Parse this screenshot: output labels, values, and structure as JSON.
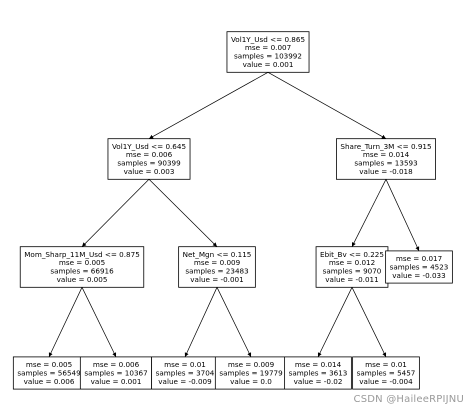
{
  "tree": {
    "nodes": [
      {
        "id": "root",
        "lines": [
          "Vol1Y_Usd <= 0.865",
          "mse = 0.007",
          "samples = 103992",
          "value = 0.001"
        ]
      },
      {
        "id": "n1",
        "lines": [
          "Vol1Y_Usd <= 0.645",
          "mse = 0.006",
          "samples = 90399",
          "value = 0.003"
        ]
      },
      {
        "id": "n2",
        "lines": [
          "Share_Turn_3M <= 0.915",
          "mse = 0.014",
          "samples = 13593",
          "value = -0.018"
        ]
      },
      {
        "id": "n3",
        "lines": [
          "Mom_Sharp_11M_Usd <= 0.875",
          "mse = 0.005",
          "samples = 66916",
          "value = 0.005"
        ]
      },
      {
        "id": "n4",
        "lines": [
          "Net_Mgn <= 0.115",
          "mse = 0.009",
          "samples = 23483",
          "value = -0.001"
        ]
      },
      {
        "id": "n5",
        "lines": [
          "Ebit_Bv <= 0.225",
          "mse = 0.012",
          "samples = 9070",
          "value = -0.011"
        ]
      },
      {
        "id": "n6",
        "lines": [
          "mse = 0.017",
          "samples = 4523",
          "value = -0.033"
        ]
      },
      {
        "id": "n7",
        "lines": [
          "mse = 0.005",
          "samples = 56549",
          "value = 0.006"
        ]
      },
      {
        "id": "n8",
        "lines": [
          "mse = 0.006",
          "samples = 10367",
          "value = 0.001"
        ]
      },
      {
        "id": "n9",
        "lines": [
          "mse = 0.01",
          "samples = 3704",
          "value = -0.009"
        ]
      },
      {
        "id": "n10",
        "lines": [
          "mse = 0.009",
          "samples = 19779",
          "value = 0.0"
        ]
      },
      {
        "id": "n11",
        "lines": [
          "mse = 0.014",
          "samples = 3613",
          "value = -0.02"
        ]
      },
      {
        "id": "n12",
        "lines": [
          "mse = 0.01",
          "samples = 5457",
          "value = -0.004"
        ]
      }
    ],
    "edges": [
      [
        "root",
        "n1"
      ],
      [
        "root",
        "n2"
      ],
      [
        "n1",
        "n3"
      ],
      [
        "n1",
        "n4"
      ],
      [
        "n2",
        "n5"
      ],
      [
        "n2",
        "n6"
      ],
      [
        "n3",
        "n7"
      ],
      [
        "n3",
        "n8"
      ],
      [
        "n4",
        "n9"
      ],
      [
        "n4",
        "n10"
      ],
      [
        "n5",
        "n11"
      ],
      [
        "n5",
        "n12"
      ]
    ]
  },
  "watermark": "CSDN @HaileeRPIJNU"
}
